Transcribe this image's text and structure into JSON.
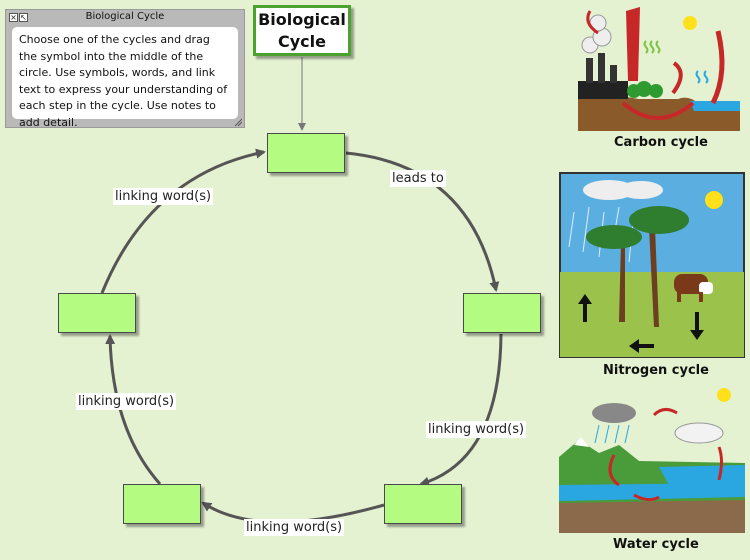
{
  "note": {
    "title": "Biological Cycle",
    "body": "Choose one of the cycles and drag the symbol into the middle of the circle. Use symbols, words, and link text to express your understanding of each step in the cycle. Use notes to add detail."
  },
  "concept_map": {
    "title": "Biological\nCycle",
    "node_labels": [
      "",
      "",
      "",
      "",
      ""
    ],
    "links": [
      {
        "label": "leads to"
      },
      {
        "label": "linking word(s)"
      },
      {
        "label": "linking word(s)"
      },
      {
        "label": "linking word(s)"
      },
      {
        "label": "linking word(s)"
      }
    ]
  },
  "cycles": [
    {
      "caption": "Carbon cycle",
      "icon": "carbon-cycle-illustration"
    },
    {
      "caption": "Nitrogen cycle",
      "icon": "nitrogen-cycle-illustration"
    },
    {
      "caption": "Water cycle",
      "icon": "water-cycle-illustration"
    }
  ],
  "colors": {
    "background": "#e4f2d2",
    "node_fill": "#b4fb82",
    "title_border": "#4ca22f",
    "arrow": "#555555"
  }
}
